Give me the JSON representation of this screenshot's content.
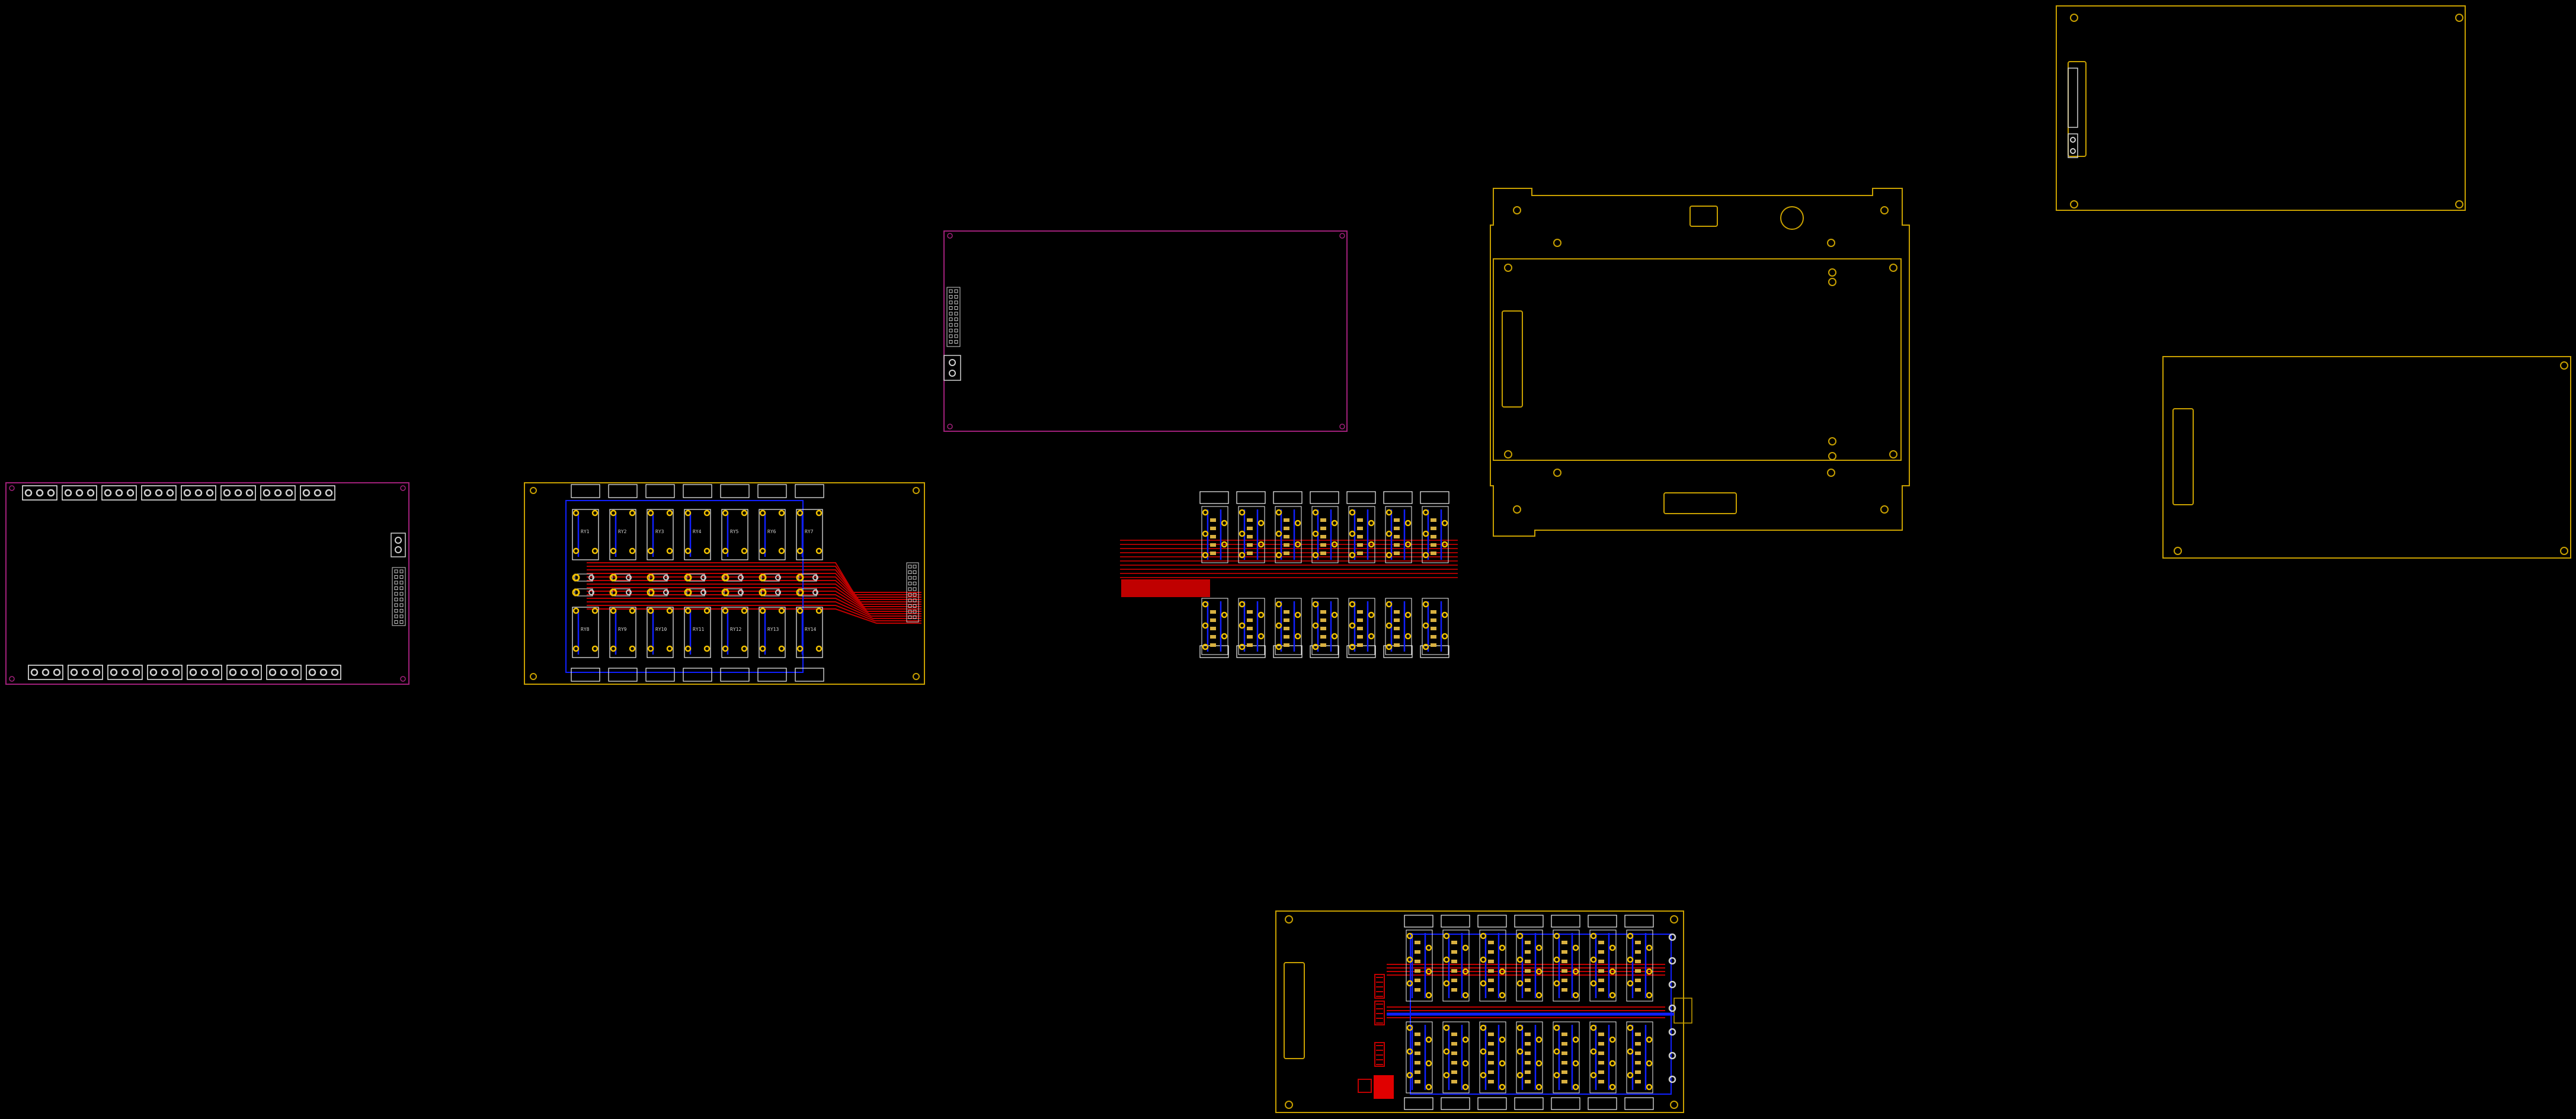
{
  "view": {
    "app": "PCB layout editor",
    "background": "#000000"
  },
  "colors": {
    "outline_gold": "#c8a000",
    "outline_magenta": "#a0207a",
    "pad_ring": "#d0d0d0",
    "pad_fill": "#f0c000",
    "copper_top": "#c00000",
    "copper_bottom": "#1020ff",
    "silkscreen": "#f5f5f5",
    "component_body": "#d8b040"
  },
  "boards": [
    {
      "id": "board-left-connectors",
      "outline": "magenta",
      "type": "connector-board"
    },
    {
      "id": "board-relay-array",
      "outline": "gold",
      "type": "relay-array"
    },
    {
      "id": "board-empty-magenta",
      "outline": "magenta",
      "type": "header-only"
    },
    {
      "id": "board-dense-traces",
      "outline": "none",
      "type": "dense-routing"
    },
    {
      "id": "board-enclosure-plate",
      "outline": "gold",
      "type": "mechanical-plate"
    },
    {
      "id": "board-top-right",
      "outline": "gold",
      "type": "blank-with-header"
    },
    {
      "id": "board-mid-right",
      "outline": "gold",
      "type": "blank-with-slot"
    },
    {
      "id": "board-bottom-main",
      "outline": "gold",
      "type": "populated-main"
    }
  ],
  "ref_labels_relay_array": [
    "RY1",
    "RY2",
    "RY3",
    "RY4",
    "RY5",
    "RY6",
    "RY7",
    "RY8",
    "RY9",
    "RY10",
    "RY11",
    "RY12",
    "RY13",
    "RY14"
  ]
}
